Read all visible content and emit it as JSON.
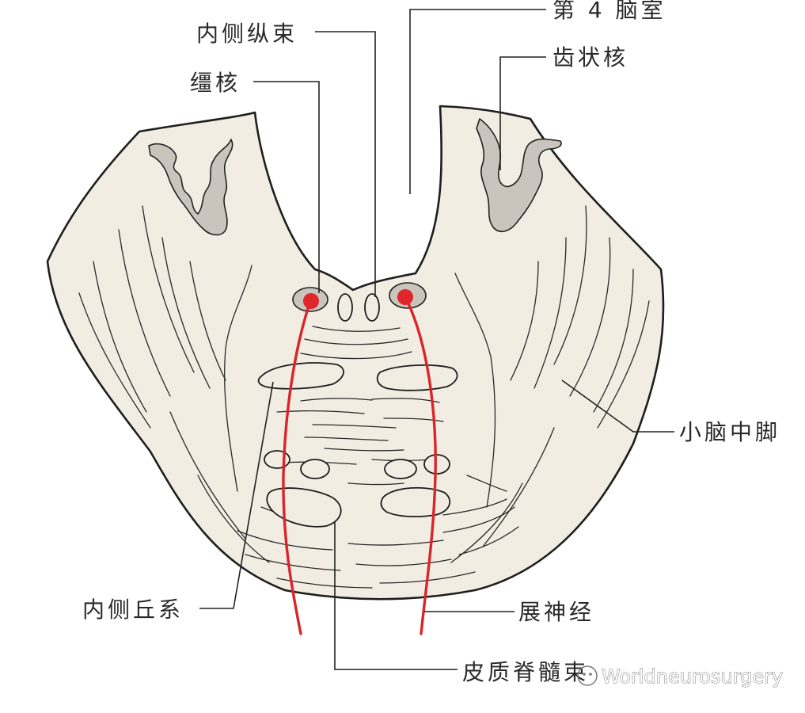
{
  "labels": {
    "fourth_ventricle": "第 4 脑室",
    "mlf": "内侧纵束",
    "dentate_nucleus": "齿状核",
    "abducens_nucleus": "缰核",
    "middle_cerebellar_peduncle": "小脑中脚",
    "medial_lemniscus": "内侧丘系",
    "abducens_nerve": "展神经",
    "corticospinal_tract": "皮质脊髓束"
  },
  "watermark": "Worldneurosurgery",
  "colors": {
    "tissue": "#f2ede2",
    "nucleus_fill": "#c9c4bc",
    "outline": "#1e1e1e",
    "nerve": "#d9252b"
  }
}
